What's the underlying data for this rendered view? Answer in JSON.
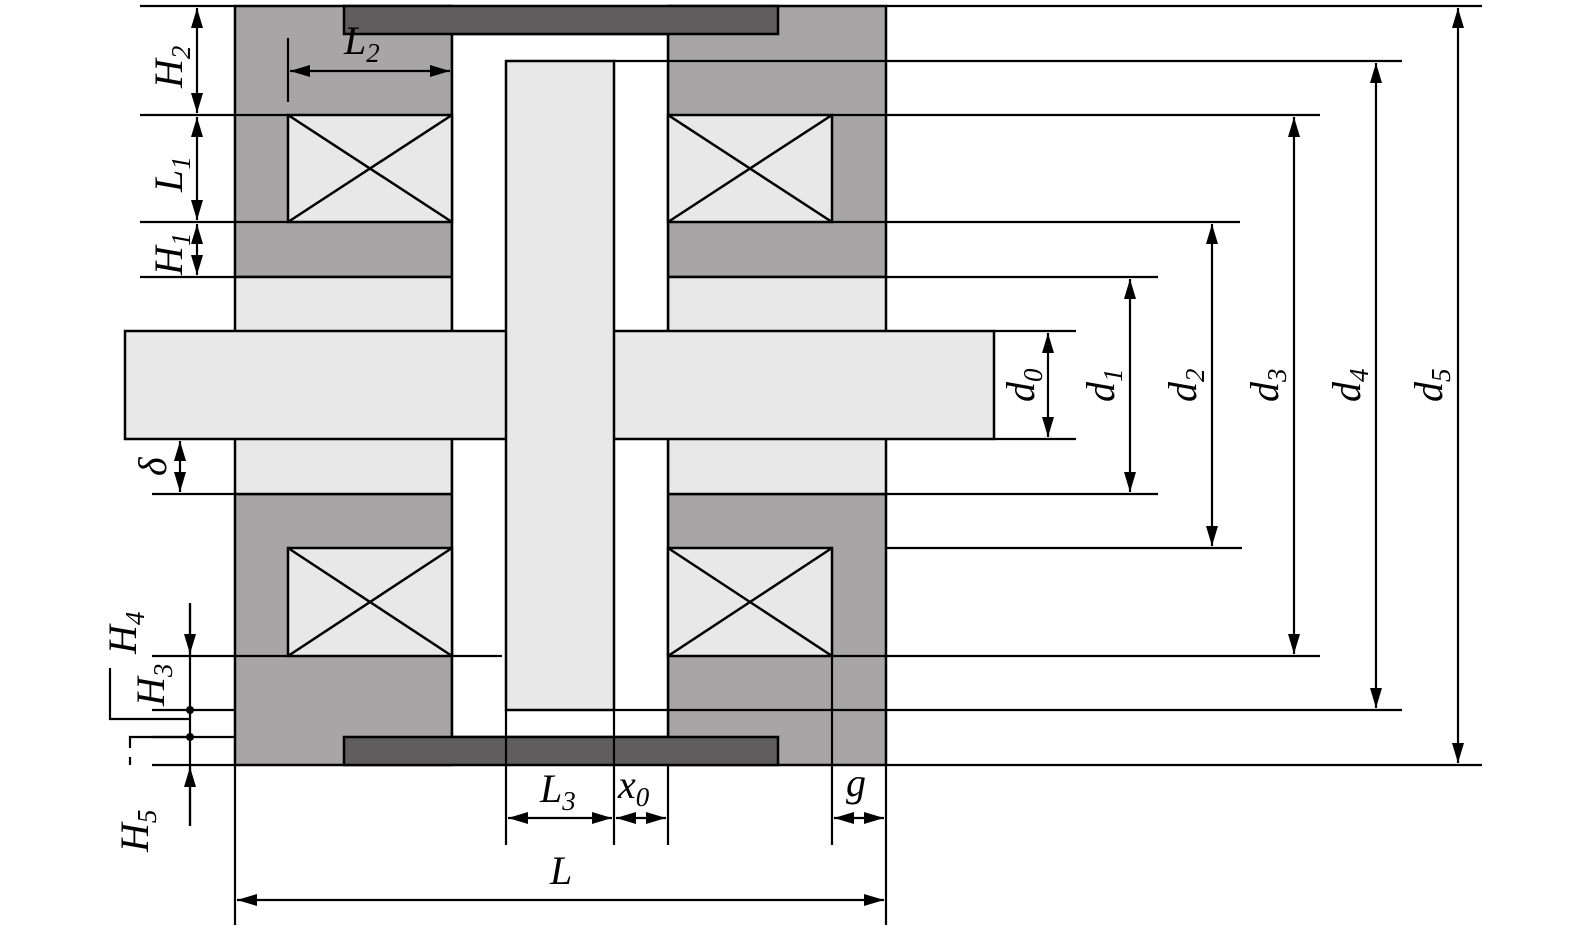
{
  "colors": {
    "background": "#ffffff",
    "yoke": "#a7a5a6",
    "core": "#e8e8e8",
    "magnet_bar": "#5f5d5e",
    "line": "#000000"
  },
  "labels": {
    "H1": {
      "main": "H",
      "sub": "1"
    },
    "H2": {
      "main": "H",
      "sub": "2"
    },
    "H3": {
      "main": "H",
      "sub": "3"
    },
    "H4": {
      "main": "H",
      "sub": "4"
    },
    "H5": {
      "main": "H",
      "sub": "5"
    },
    "L": {
      "main": "L",
      "sub": ""
    },
    "L1": {
      "main": "L",
      "sub": "1"
    },
    "L2": {
      "main": "L",
      "sub": "2"
    },
    "L3": {
      "main": "L",
      "sub": "3"
    },
    "d0": {
      "main": "d",
      "sub": "0"
    },
    "d1": {
      "main": "d",
      "sub": "1"
    },
    "d2": {
      "main": "d",
      "sub": "2"
    },
    "d3": {
      "main": "d",
      "sub": "3"
    },
    "d4": {
      "main": "d",
      "sub": "4"
    },
    "d5": {
      "main": "d",
      "sub": "5"
    },
    "x0": {
      "main": "x",
      "sub": "0"
    },
    "g": {
      "main": "g",
      "sub": ""
    },
    "delta": {
      "main": "δ",
      "sub": ""
    }
  }
}
